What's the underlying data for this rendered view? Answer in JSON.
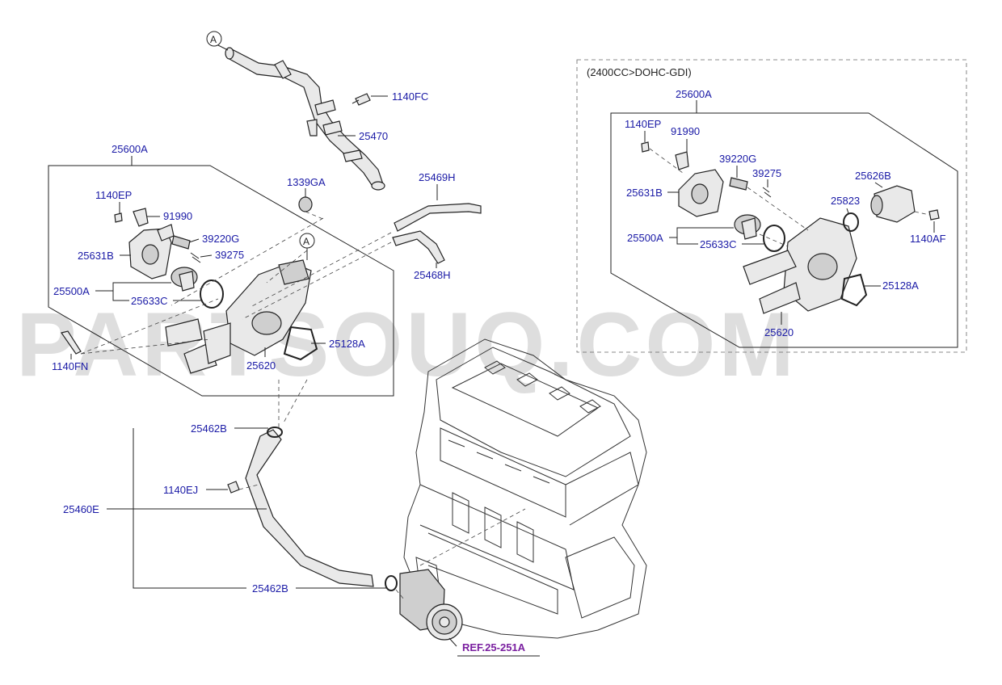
{
  "watermark": "PARTSOUQ.COM",
  "variant_label": "(2400CC>DOHC-GDI)",
  "reference": "REF.25-251A",
  "marker_letter": "A",
  "main_labels": {
    "top_hose_bolt": "1140FC",
    "top_hose": "25470",
    "cap": "1339GA",
    "assembly": "25600A",
    "bolt_ep": "1140EP",
    "bracket": "91990",
    "sensor": "39220G",
    "clip": "39275",
    "cover": "25631B",
    "thermostat": "25500A",
    "thermo_gasket": "25633C",
    "housing_gasket": "25128A",
    "housing": "25620",
    "bolt_fn": "1140FN",
    "pipe_h": "25469H",
    "pipe_468": "25468H",
    "oring_top": "25462B",
    "bolt_ej": "1140EJ",
    "water_pipe": "25460E",
    "oring_bottom": "25462B"
  },
  "variant_labels": {
    "assembly": "25600A",
    "bolt_ep": "1140EP",
    "bracket": "91990",
    "sensor": "39220G",
    "clip": "39275",
    "fitting": "25626B",
    "cover": "25631B",
    "oring": "25823",
    "thermostat": "25500A",
    "thermo_gasket": "25633C",
    "bolt_af": "1140AF",
    "housing_gasket": "25128A",
    "housing": "25620"
  }
}
